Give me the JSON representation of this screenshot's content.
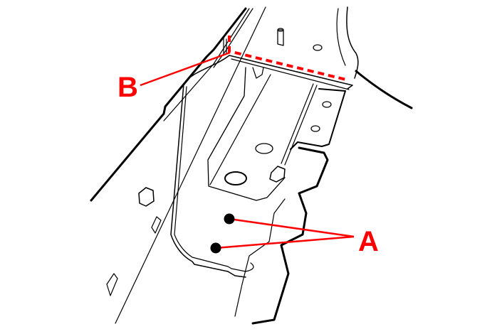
{
  "diagram": {
    "callouts": [
      {
        "id": "A",
        "label": "A"
      },
      {
        "id": "B",
        "label": "B"
      }
    ],
    "colors": {
      "line": "#000000",
      "callout": "#ff0000",
      "background": "#ffffff"
    }
  }
}
